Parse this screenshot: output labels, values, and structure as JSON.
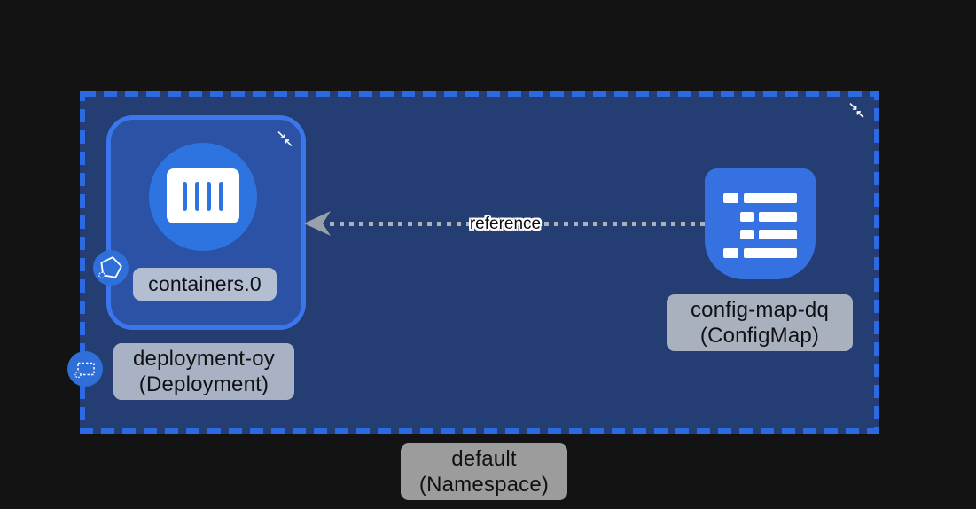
{
  "diagram": {
    "background": "#131313",
    "tool": "kubernetes-resource-graph"
  },
  "namespace": {
    "name": "default",
    "kind_label": "(Namespace)",
    "fill": "#243e74",
    "border_color": "#2b6ae2",
    "label_bg": "#9c9c9c"
  },
  "deployment": {
    "name": "deployment-oy",
    "kind_label": "(Deployment)",
    "fill": "#2b52a4",
    "border_color": "#3b76ec",
    "label_bg": "#a8b2c4"
  },
  "container": {
    "label": "containers.0",
    "circle_color": "#2d74e0",
    "label_bg": "#b4bed2"
  },
  "configmap": {
    "name": "config-map-dq",
    "kind_label": "(ConfigMap)",
    "icon_color": "#3671e2",
    "label_bg": "#a9b1be"
  },
  "edge": {
    "label": "reference",
    "color": "#abb1b8",
    "arrow_color": "#99a0a9",
    "direction": "configmap-to-deployment"
  },
  "badges": {
    "pod_badge_color": "#2e6fd8",
    "deployment_badge_color": "#2e6fd8"
  },
  "icons": {
    "collapse_se": "↘",
    "collapse_nw": "↖"
  }
}
